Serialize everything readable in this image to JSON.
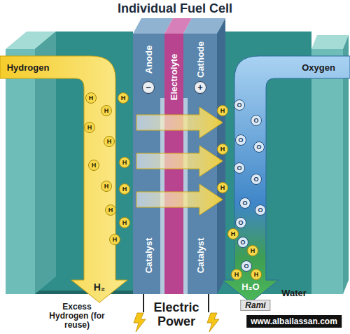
{
  "diagram": {
    "title": "Individual Fuel Cell",
    "nodes": [
      {
        "text": [
          "Anode",
          "Catalyst"
        ]
      },
      {
        "text": [
          "Electrolyte"
        ]
      },
      {
        "text": [
          "Cathode",
          "Catalyst"
        ]
      }
    ],
    "labels": [
      "Hydrogen",
      "Oxygen",
      "−",
      "+",
      "H",
      "H",
      "H",
      "H",
      "H",
      "H",
      "H",
      "H",
      "H",
      "H",
      "H",
      "H",
      "H",
      "H",
      "H",
      "O",
      "O",
      "O",
      "O",
      "O",
      "O",
      "O",
      "O",
      "O",
      "O",
      "H",
      "H",
      "O",
      "H",
      "H",
      "H₂",
      "Excess Hydrogen (for reuse)",
      "H₂O",
      "Water",
      "Electric Power",
      "Rami",
      "www.albailassan.com"
    ]
  }
}
